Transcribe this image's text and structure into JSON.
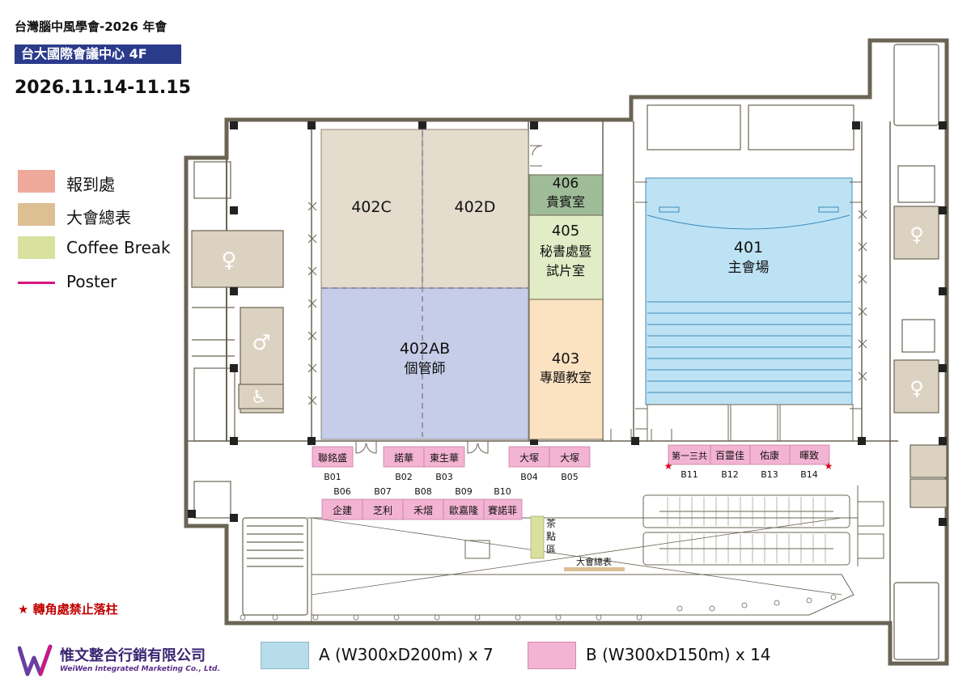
{
  "header": {
    "event": "台灣腦中風學會-2026 年會",
    "venue": "台大國際會議中心  4F",
    "dates": "2026.11.14-11.15"
  },
  "legend": [
    {
      "label": "報到處",
      "color": "#efa99a"
    },
    {
      "label": "大會總表",
      "color": "#ddbf94"
    },
    {
      "label": "Coffee Break",
      "color": "#d8e19e"
    },
    {
      "label": "Poster",
      "color": "#d6157e"
    }
  ],
  "rooms": {
    "r402c": {
      "name": "402C",
      "color": "#e4dccd"
    },
    "r402d": {
      "name": "402D",
      "color": "#e4dccd"
    },
    "r402ab": {
      "name": "402AB",
      "sub": "個管師",
      "color": "#c6cde9"
    },
    "r406": {
      "name": "406",
      "sub": "貴賓室",
      "color": "#9fbc98"
    },
    "r405": {
      "name": "405",
      "sub1": "秘書處暨",
      "sub2": "試片室",
      "color": "#e2ecc6"
    },
    "r403": {
      "name": "403",
      "sub": "專題教室",
      "color": "#fbe2c1"
    },
    "r401": {
      "name": "401",
      "sub": "主會場",
      "color": "#bde2f4"
    }
  },
  "booths_row1": [
    {
      "name": "聯銘盛",
      "code": "B01"
    },
    {
      "name": "諾華",
      "code": "B02"
    },
    {
      "name": "東生華",
      "code": "B03"
    },
    {
      "name": "大塚",
      "code": "B04"
    },
    {
      "name": "大塚",
      "code": "B05"
    }
  ],
  "booths_row2": [
    {
      "name": "企建",
      "code": "B06"
    },
    {
      "name": "芝利",
      "code": "B07"
    },
    {
      "name": "禾熠",
      "code": "B08"
    },
    {
      "name": "歐嘉隆",
      "code": "B09"
    },
    {
      "name": "賽諾菲",
      "code": "B10"
    }
  ],
  "booths_row3": [
    {
      "name": "第一三共",
      "code": "B11"
    },
    {
      "name": "百靈佳",
      "code": "B12"
    },
    {
      "name": "佑康",
      "code": "B13"
    },
    {
      "name": "暉致",
      "code": "B14"
    }
  ],
  "tea_area": {
    "c1": "茶",
    "c2": "點",
    "c3": "區"
  },
  "schedule_board": "大會總表",
  "note": "★ 轉角處禁止落柱",
  "company": {
    "cn": "惟文整合行銷有限公司",
    "en": "WeiWen Integrated Marketing Co., Ltd."
  },
  "booth_types": [
    {
      "label": "A (W300xD200m)  x 7",
      "color": "#b7dcea"
    },
    {
      "label": "B (W300xD150m)  x 14",
      "color": "#f3b3d2"
    }
  ],
  "colors": {
    "booth": "#f3b3d2",
    "wall": "#6b6455",
    "star": "#e60012",
    "header_bg": "#2b3b8c"
  }
}
